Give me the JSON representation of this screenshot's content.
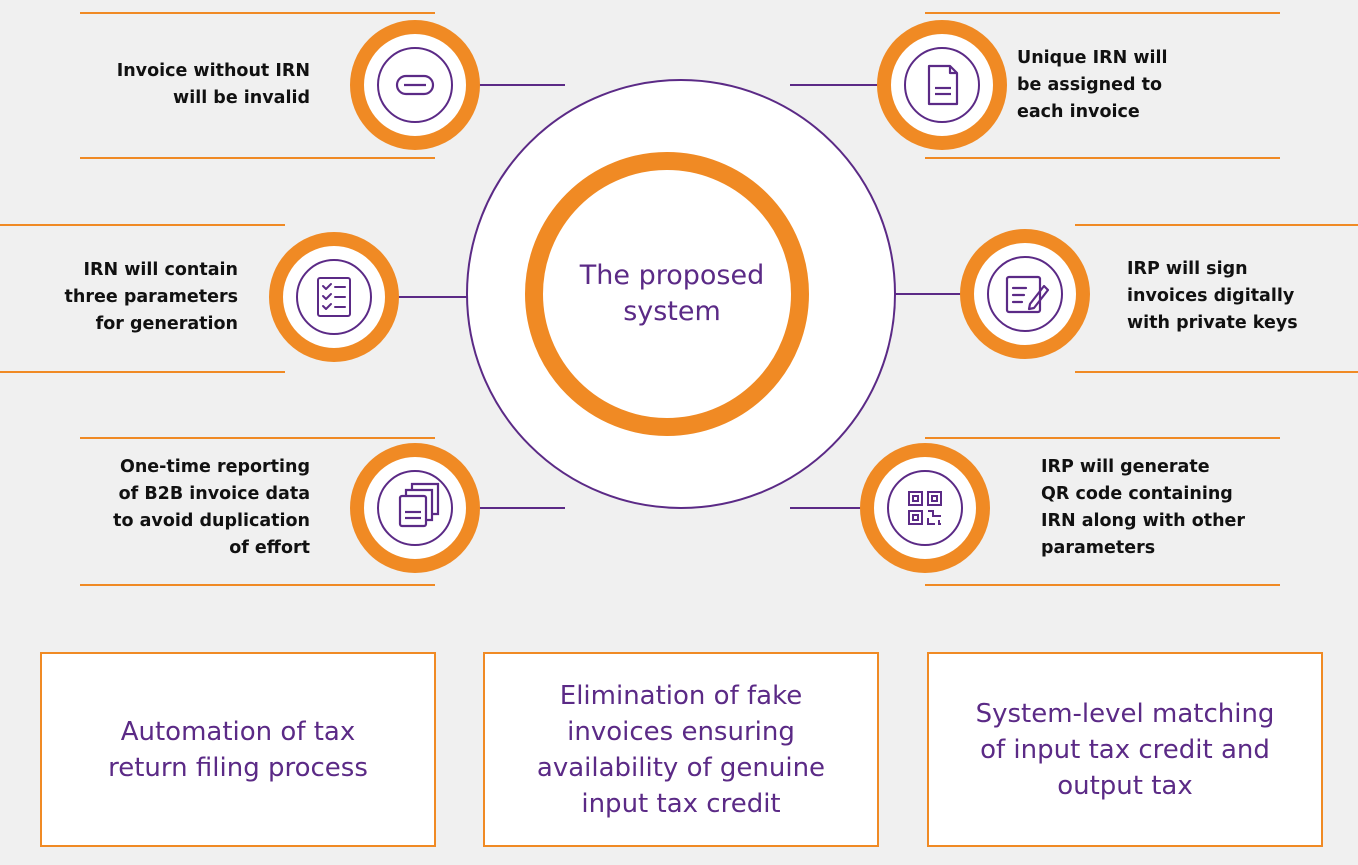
{
  "center": {
    "lines": [
      "The proposed",
      "system"
    ]
  },
  "points": [
    {
      "lines": [
        "Invoice without IRN",
        "will be invalid"
      ],
      "icon": "minus-icon"
    },
    {
      "lines": [
        "Unique IRN will",
        "be assigned to",
        "each invoice"
      ],
      "icon": "document-icon"
    },
    {
      "lines": [
        "IRN will contain",
        "three parameters",
        "for generation"
      ],
      "icon": "checklist-icon"
    },
    {
      "lines": [
        "IRP will sign",
        "invoices digitally",
        "with private keys"
      ],
      "icon": "signature-icon"
    },
    {
      "lines": [
        "One-time reporting",
        "of B2B invoice data",
        "to avoid duplication",
        "of effort"
      ],
      "icon": "stacked-documents-icon"
    },
    {
      "lines": [
        "IRP will generate",
        "QR code containing",
        "IRN along with other",
        "parameters"
      ],
      "icon": "qr-code-icon"
    }
  ],
  "outcomes": [
    {
      "lines": [
        "Automation of tax",
        "return filing process"
      ]
    },
    {
      "lines": [
        "Elimination of fake",
        "invoices ensuring",
        "availability of genuine",
        "input tax credit"
      ]
    },
    {
      "lines": [
        "System-level matching",
        "of input tax credit and",
        "output tax"
      ]
    }
  ],
  "colors": {
    "orange": "#f08a24",
    "purple": "#5b2a86",
    "background": "#f0f0f0"
  }
}
